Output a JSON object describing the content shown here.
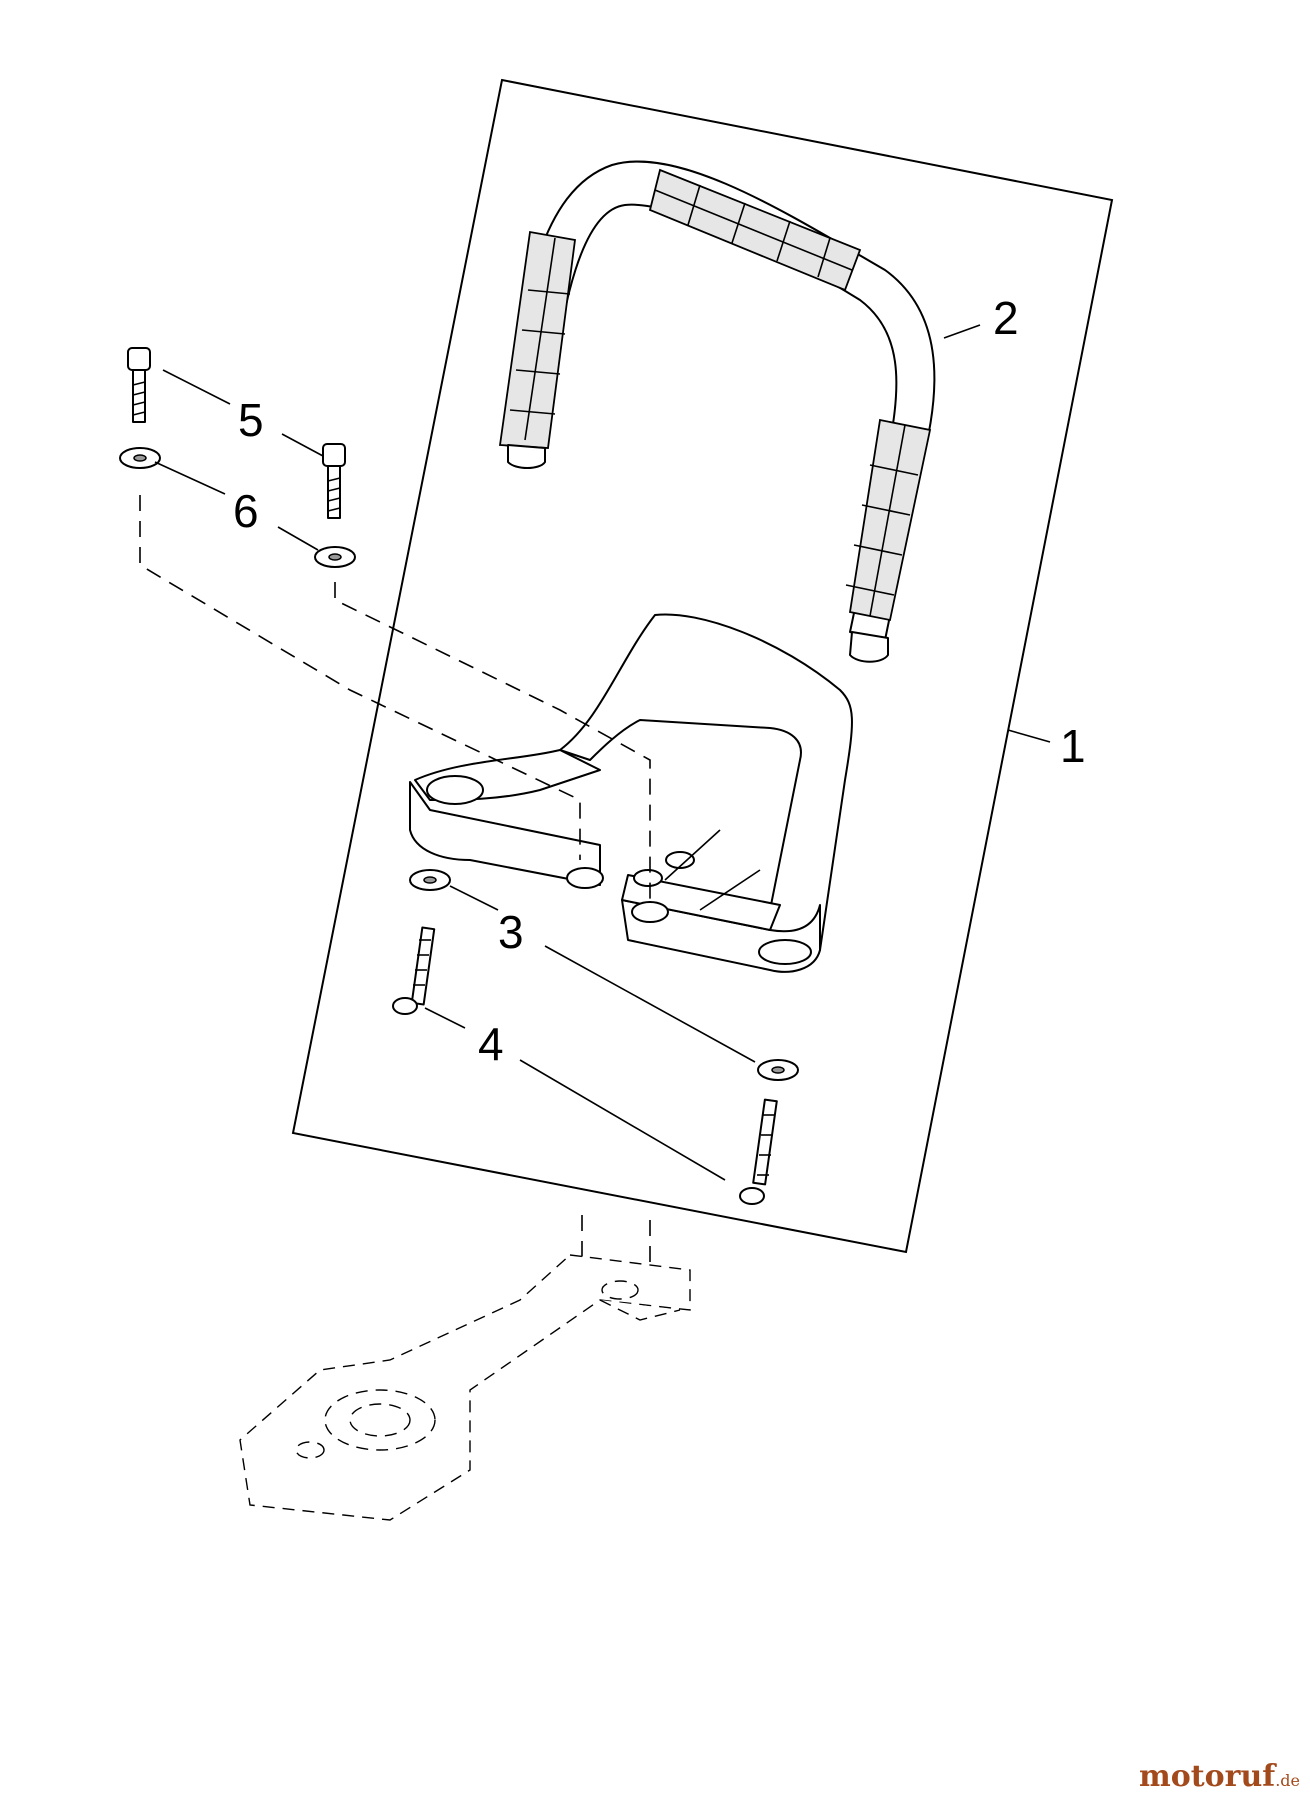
{
  "callouts": {
    "c1": "1",
    "c2": "2",
    "c3": "3",
    "c4": "4",
    "c5": "5",
    "c6": "6"
  },
  "watermark": {
    "brand": "motoruf",
    "suffix": ".de"
  },
  "colors": {
    "line": "#000000",
    "watermark": "#a34a1c",
    "background": "#ffffff"
  }
}
